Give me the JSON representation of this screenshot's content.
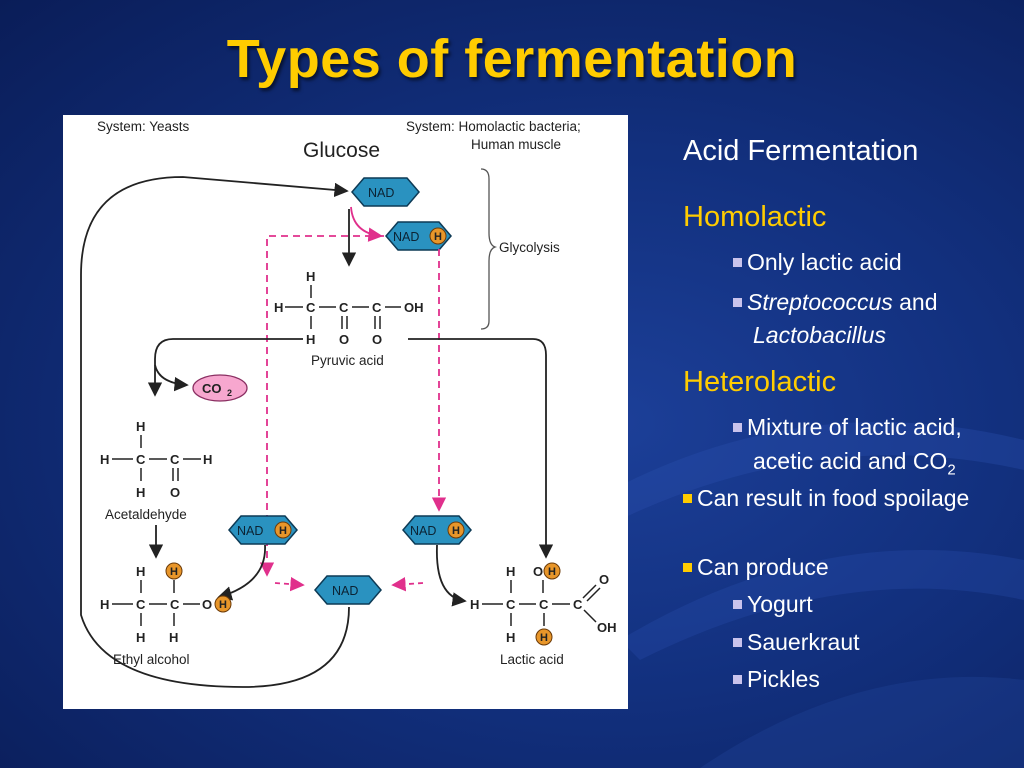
{
  "slide": {
    "title": "Types of fermentation"
  },
  "diagram": {
    "system_left": "System: Yeasts",
    "system_right_1": "System: Homolactic bacteria;",
    "system_right_2": "Human muscle",
    "glucose": "Glucose",
    "glycolysis": "Glycolysis",
    "nad": "NAD",
    "nad_h_text": "NAD",
    "h": "H",
    "o": "O",
    "c": "C",
    "oh": "OH",
    "co2": "CO",
    "co2_sub": "2",
    "pyruvic_acid": "Pyruvic acid",
    "acetaldehyde": "Acetaldehyde",
    "ethyl_alcohol": "Ethyl alcohol",
    "lactic_acid": "Lactic acid",
    "colors": {
      "nad_fill": "#2a92c0",
      "h_fill": "#e8962a",
      "co2_fill": "#f7a7cf",
      "dashed": "#e0308c"
    }
  },
  "text_panel": {
    "heading": "Acid Fermentation",
    "homolactic": "Homolactic",
    "homolactic_items": [
      "Only lactic acid"
    ],
    "strep": "Streptococcus",
    "and": " and",
    "lacto": "Lactobacillus",
    "heterolactic": "Heterolactic",
    "hetero_line1": "Mixture of lactic acid,",
    "hetero_line2": "acetic acid and CO",
    "hetero_sub": "2",
    "spoilage": "Can result in food spoilage",
    "produce": "Can produce",
    "products": [
      "Yogurt",
      "Sauerkraut",
      "Pickles"
    ]
  }
}
